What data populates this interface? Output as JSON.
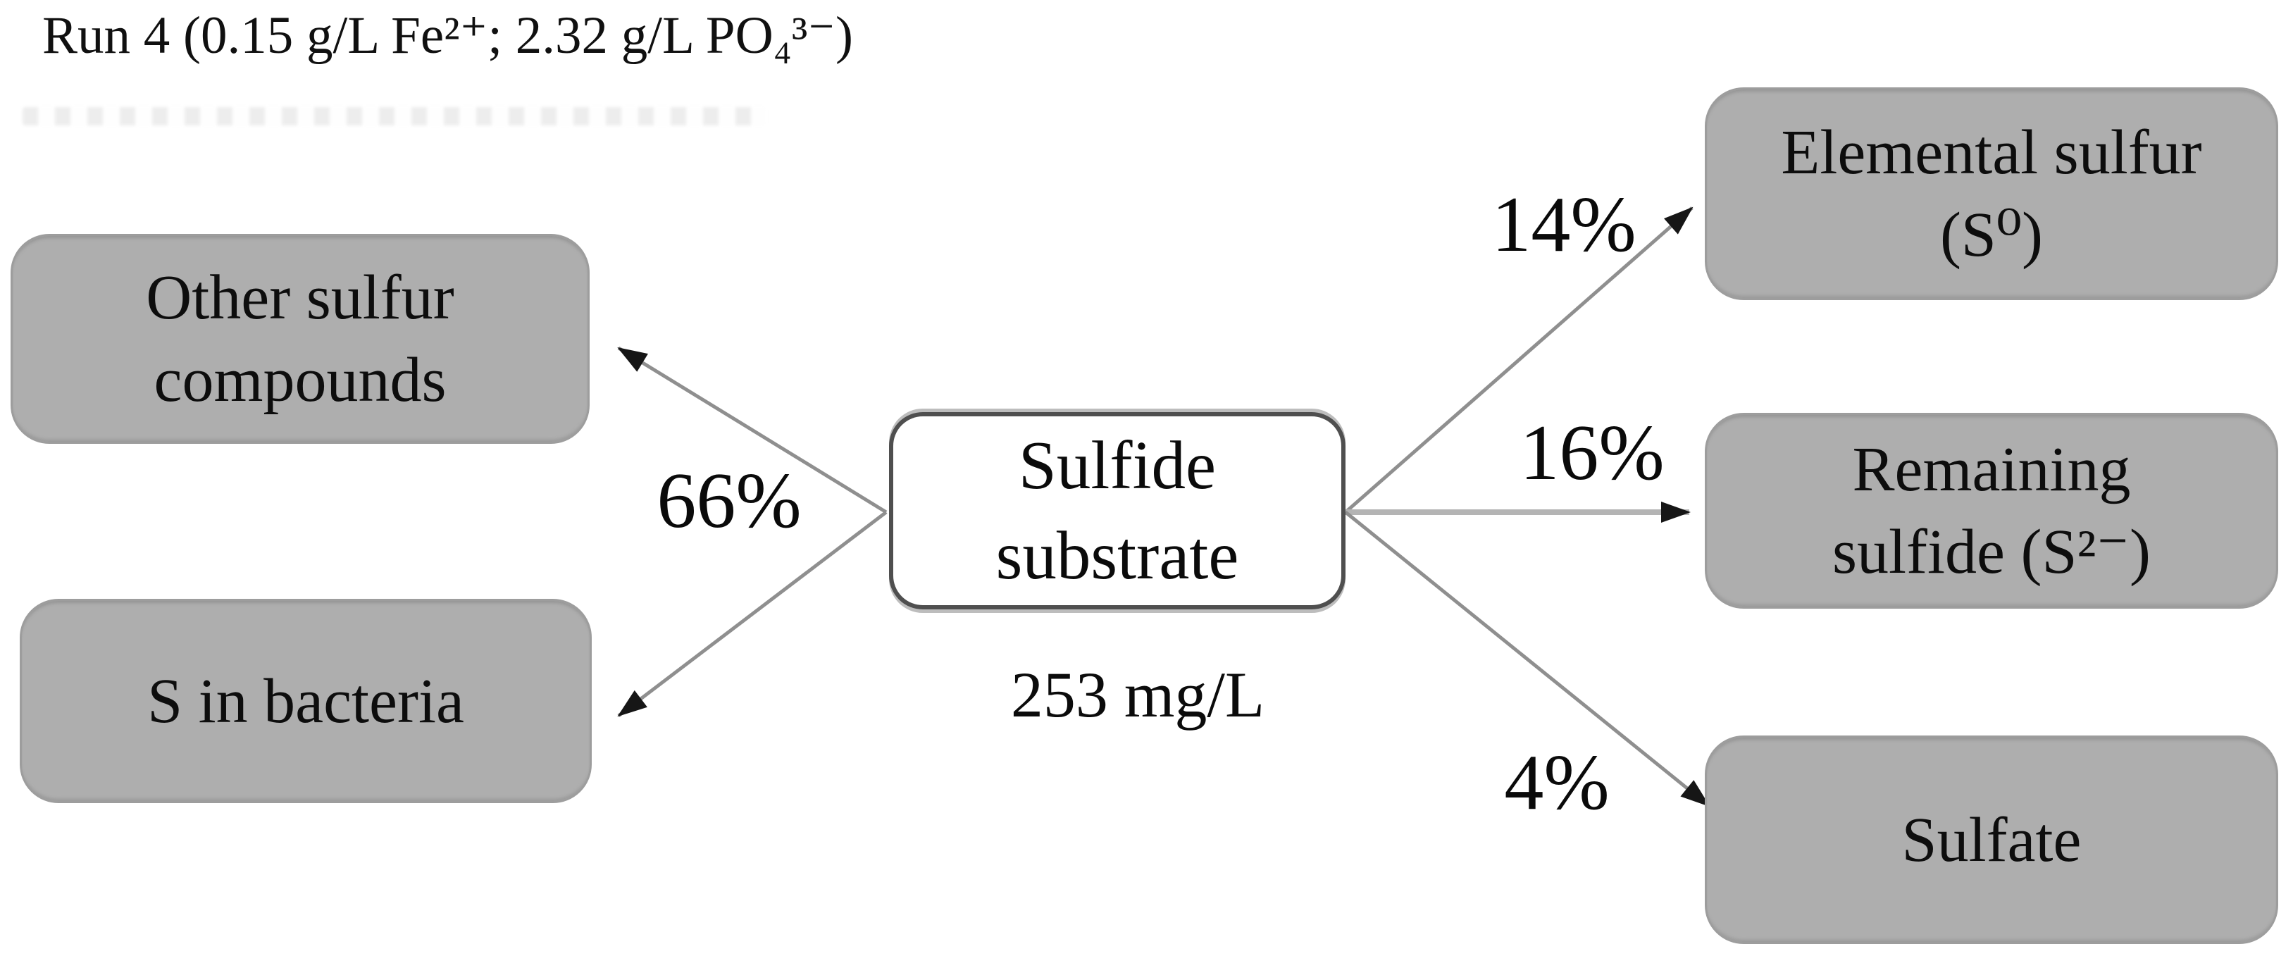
{
  "figure": {
    "title": "Run 4 (0.15 g/L Fe²⁺; 2.32 g/L PO₄³⁻)"
  },
  "diagram": {
    "nodes": {
      "sulfide_substrate": {
        "lines": [
          "Sulfide",
          "substrate"
        ],
        "amount": "253 mg/L"
      },
      "other_sulfur": {
        "lines": [
          "Other sulfur",
          "compounds"
        ]
      },
      "s_in_bacteria": {
        "lines": [
          "S in bacteria"
        ]
      },
      "elemental_sulfur": {
        "lines": [
          "Elemental sulfur",
          "(S⁰)"
        ]
      },
      "remaining_sulfide": {
        "lines": [
          "Remaining",
          "sulfide (S²⁻)"
        ]
      },
      "sulfate": {
        "lines": [
          "Sulfate"
        ]
      }
    },
    "flows": {
      "to_left_group": {
        "label": "66%",
        "source": "Sulfide substrate",
        "targets": [
          "Other sulfur compounds",
          "S in bacteria"
        ]
      },
      "to_elemental_sulfur": {
        "label": "14%",
        "source": "Sulfide substrate",
        "targets": [
          "Elemental sulfur (S⁰)"
        ]
      },
      "to_remaining_sulfide": {
        "label": "16%",
        "source": "Sulfide substrate",
        "targets": [
          "Remaining sulfide (S²⁻)"
        ]
      },
      "to_sulfate": {
        "label": "4%",
        "source": "Sulfide substrate",
        "targets": [
          "Sulfate"
        ]
      }
    },
    "colors": {
      "node_fill": "#aeaeae",
      "node_border": "#9d9d9d",
      "source_fill": "#ffffff",
      "source_border": "#4f4f4f",
      "arrow_line": "#8f8f8f",
      "arrow_line_light": "#b4b4b4",
      "arrow_head": "#161616",
      "text": "#0d0d0d",
      "background": "#ffffff"
    }
  }
}
